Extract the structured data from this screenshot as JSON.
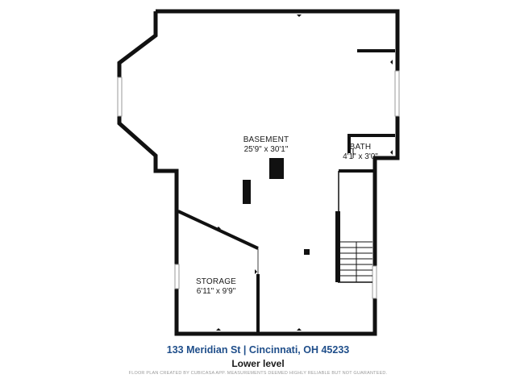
{
  "floor_plan": {
    "rooms": [
      {
        "name": "BASEMENT",
        "dimensions": "25'9\" x 30'1\""
      },
      {
        "name": "BATH",
        "dimensions": "4'1\" x 3'0\""
      },
      {
        "name": "STORAGE",
        "dimensions": "6'11\" x 9'9\""
      }
    ],
    "address": "133 Meridian St | Cincinnati, OH 45233",
    "level": "Lower level",
    "disclaimer": "FLOOR PLAN CREATED BY CUBICASA APP. MEASUREMENTS DEEMED HIGHLY RELIABLE BUT NOT GUARANTEED."
  },
  "colors": {
    "wall": "#111111",
    "window": "#9a9a9a",
    "address_text": "#1f4e8a",
    "disclaimer_text": "#9a9a9a"
  }
}
